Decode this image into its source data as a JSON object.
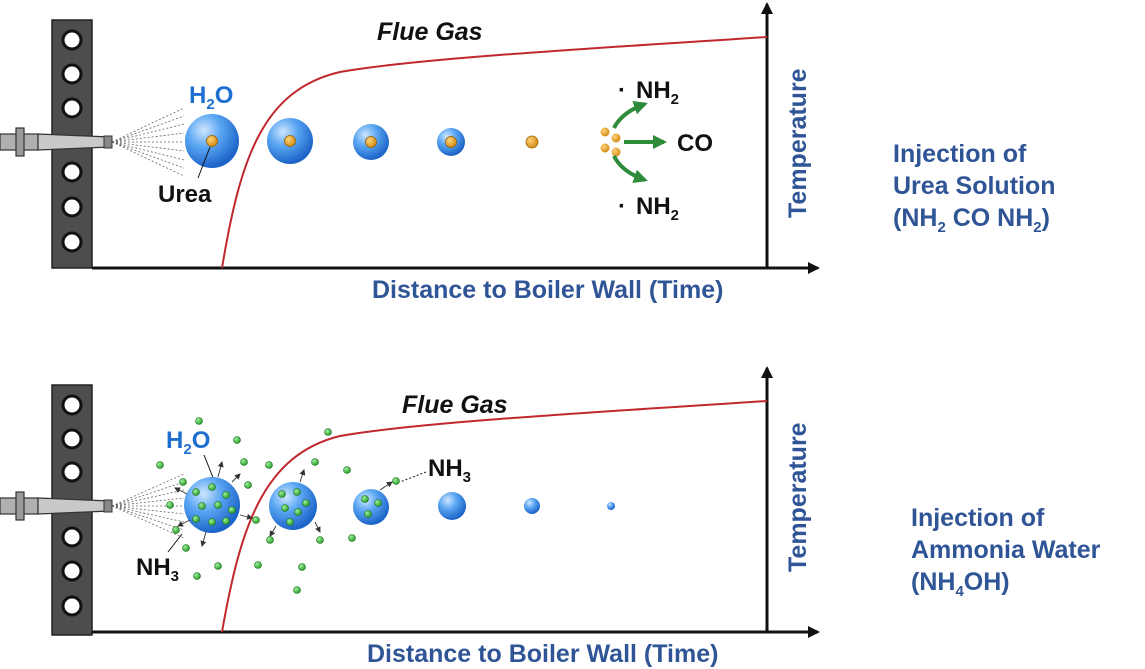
{
  "panels": [
    {
      "id": "urea",
      "flue_gas": "Flue Gas",
      "x_axis": "Distance to Boiler Wall (Time)",
      "y_axis": "Temperature",
      "water": {
        "base": "H",
        "sub": "2",
        "tail": "O"
      },
      "urea": "Urea",
      "products": {
        "nh2_top": {
          "dot": "·",
          "base": "NH",
          "sub": "2"
        },
        "co": "CO",
        "nh2_bottom": {
          "dot": "·",
          "base": "NH",
          "sub": "2"
        }
      },
      "side": {
        "line1": "Injection of",
        "line2": "Urea Solution",
        "formula": {
          "a": "(NH",
          "a_sub": "2",
          "b": " CO NH",
          "b_sub": "2",
          "c": ")"
        }
      }
    },
    {
      "id": "ammonia",
      "flue_gas": "Flue Gas",
      "x_axis": "Distance to Boiler Wall (Time)",
      "y_axis": "Temperature",
      "water": {
        "base": "H",
        "sub": "2",
        "tail": "O"
      },
      "nh3_lower": {
        "base": "NH",
        "sub": "3"
      },
      "nh3_upper": {
        "base": "NH",
        "sub": "3"
      },
      "side": {
        "line1": "Injection of",
        "line2": "Ammonia Water",
        "formula": {
          "a": "(NH",
          "a_sub": "4",
          "b": "OH)"
        }
      }
    }
  ],
  "colors": {
    "axis": "#111111",
    "curve": "#c0282d",
    "label_blue": "#2f5597",
    "water_blue": "#1f6fd0",
    "droplet": "#3d8fe8",
    "urea_core": "#e8a020",
    "ammonia_dot": "#3cb83c",
    "arrow_green": "#2e8b3a",
    "wall": "#555555"
  }
}
